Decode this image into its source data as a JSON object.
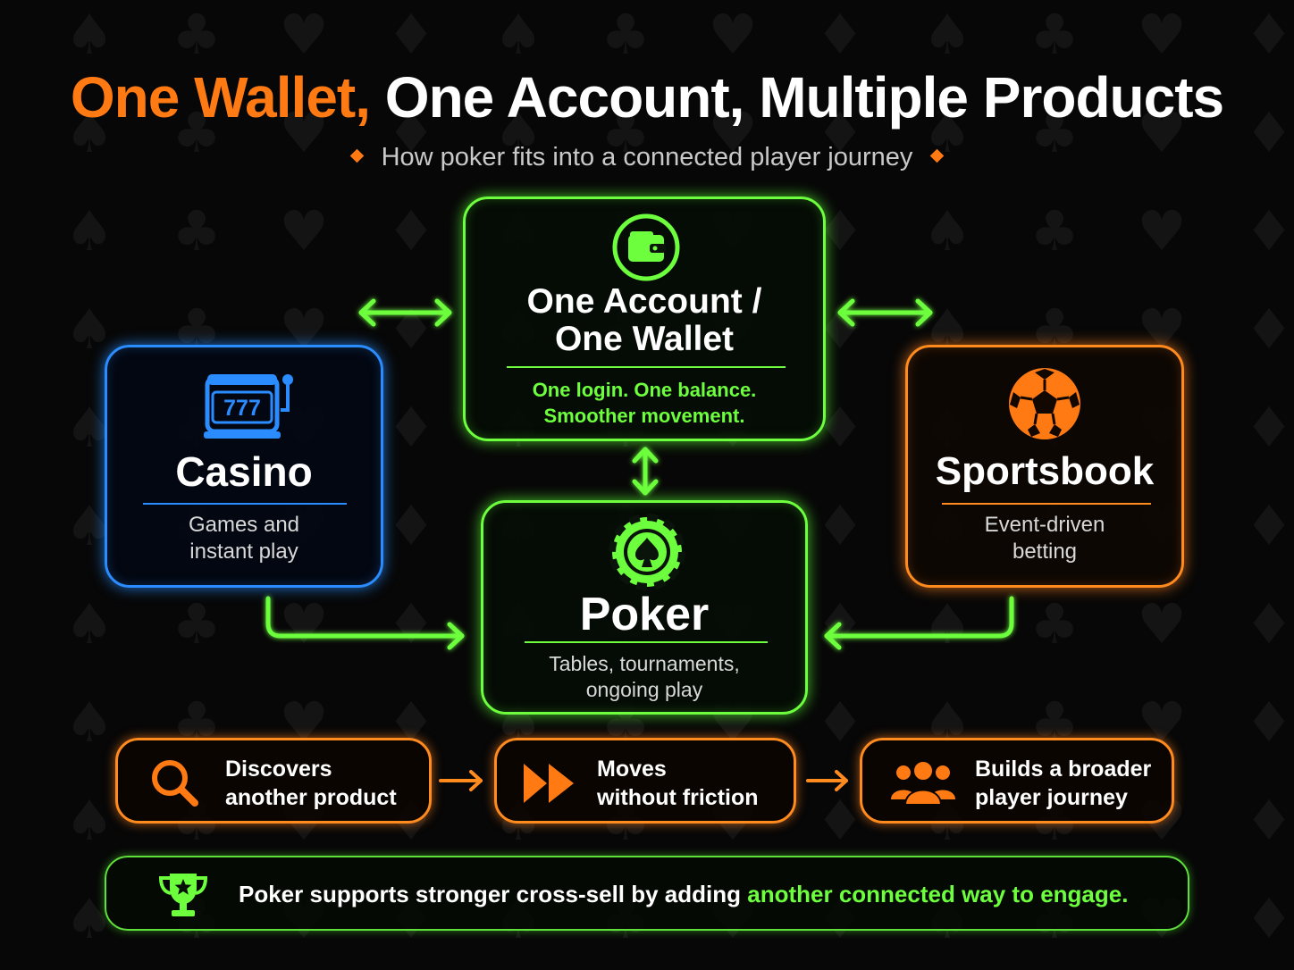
{
  "header": {
    "title_highlight": "One Wallet,",
    "title_rest": "One Account, Multiple Products",
    "subtitle": "How poker fits into a connected player journey"
  },
  "nodes": {
    "wallet": {
      "title_line1": "One Account /",
      "title_line2": "One Wallet",
      "desc_line1": "One login. One balance.",
      "desc_line2": "Smoother movement.",
      "icon": "wallet-icon"
    },
    "casino": {
      "title": "Casino",
      "desc_line1": "Games and",
      "desc_line2": "instant play",
      "icon": "slot-machine-icon",
      "slot_text": "777"
    },
    "sportsbook": {
      "title": "Sportsbook",
      "desc_line1": "Event-driven",
      "desc_line2": "betting",
      "icon": "soccer-ball-icon"
    },
    "poker": {
      "title": "Poker",
      "desc_line1": "Tables, tournaments,",
      "desc_line2": "ongoing play",
      "icon": "poker-chip-icon"
    }
  },
  "steps": [
    {
      "line1": "Discovers",
      "line2": "another product",
      "icon": "search-icon"
    },
    {
      "line1": "Moves",
      "line2": "without friction",
      "icon": "fast-forward-icon"
    },
    {
      "line1": "Builds a broader",
      "line2": "player journey",
      "icon": "users-icon"
    }
  ],
  "banner": {
    "text": "Poker supports stronger cross-sell by adding ",
    "highlight": "another connected way to engage.",
    "icon": "trophy-icon"
  },
  "colors": {
    "green": "#6dff3d",
    "orange": "#ff7a12",
    "blue": "#2a8cff",
    "background": "#070707"
  }
}
